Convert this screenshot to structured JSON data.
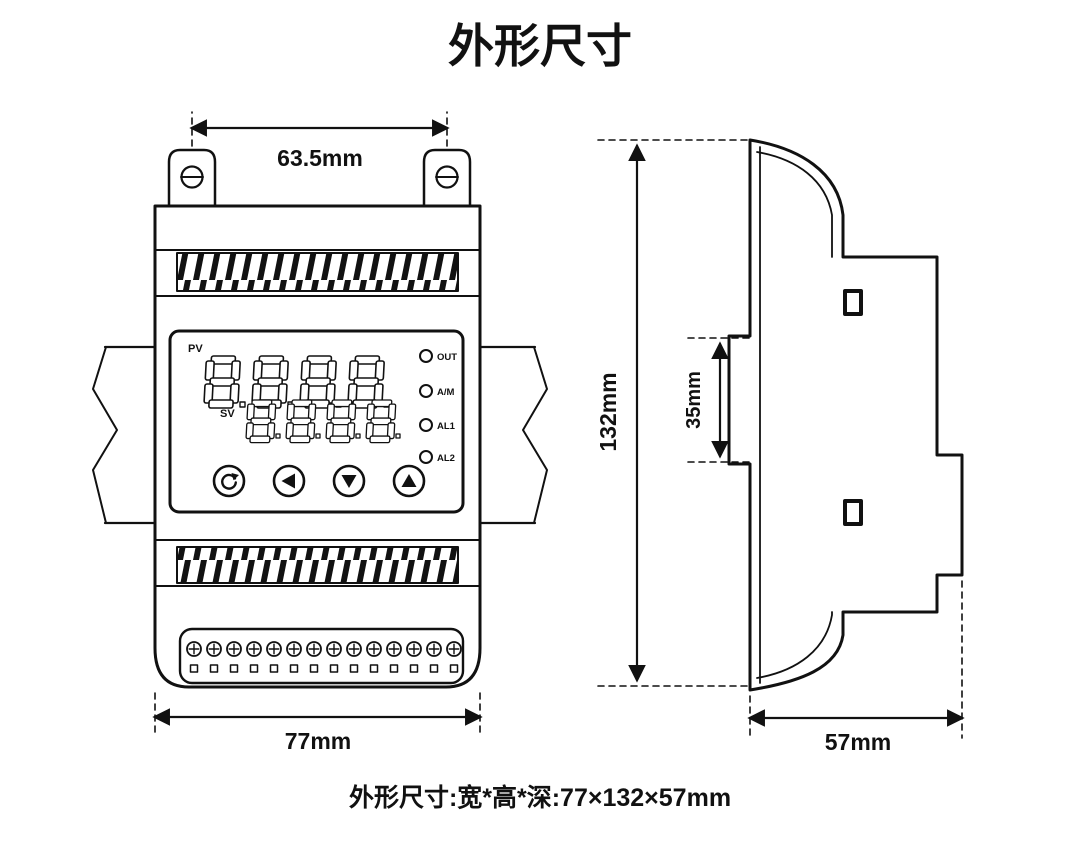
{
  "title": "外形尺寸",
  "caption": "外形尺寸:宽*高*深:77×132×57mm",
  "front_view": {
    "top_width_label": "63.5mm",
    "bottom_width_label": "77mm",
    "panel": {
      "pv_label": "PV",
      "sv_label": "SV",
      "pv_display": "8.8.8.8",
      "sv_display": "8.8.8.8",
      "led_labels": [
        "OUT",
        "A/M",
        "AL1",
        "AL2"
      ],
      "button_icons": [
        "cycle-arrow",
        "left-triangle",
        "down-triangle",
        "up-triangle"
      ]
    }
  },
  "side_view": {
    "height_label": "132mm",
    "notch_height_label": "35mm",
    "depth_label": "57mm"
  }
}
